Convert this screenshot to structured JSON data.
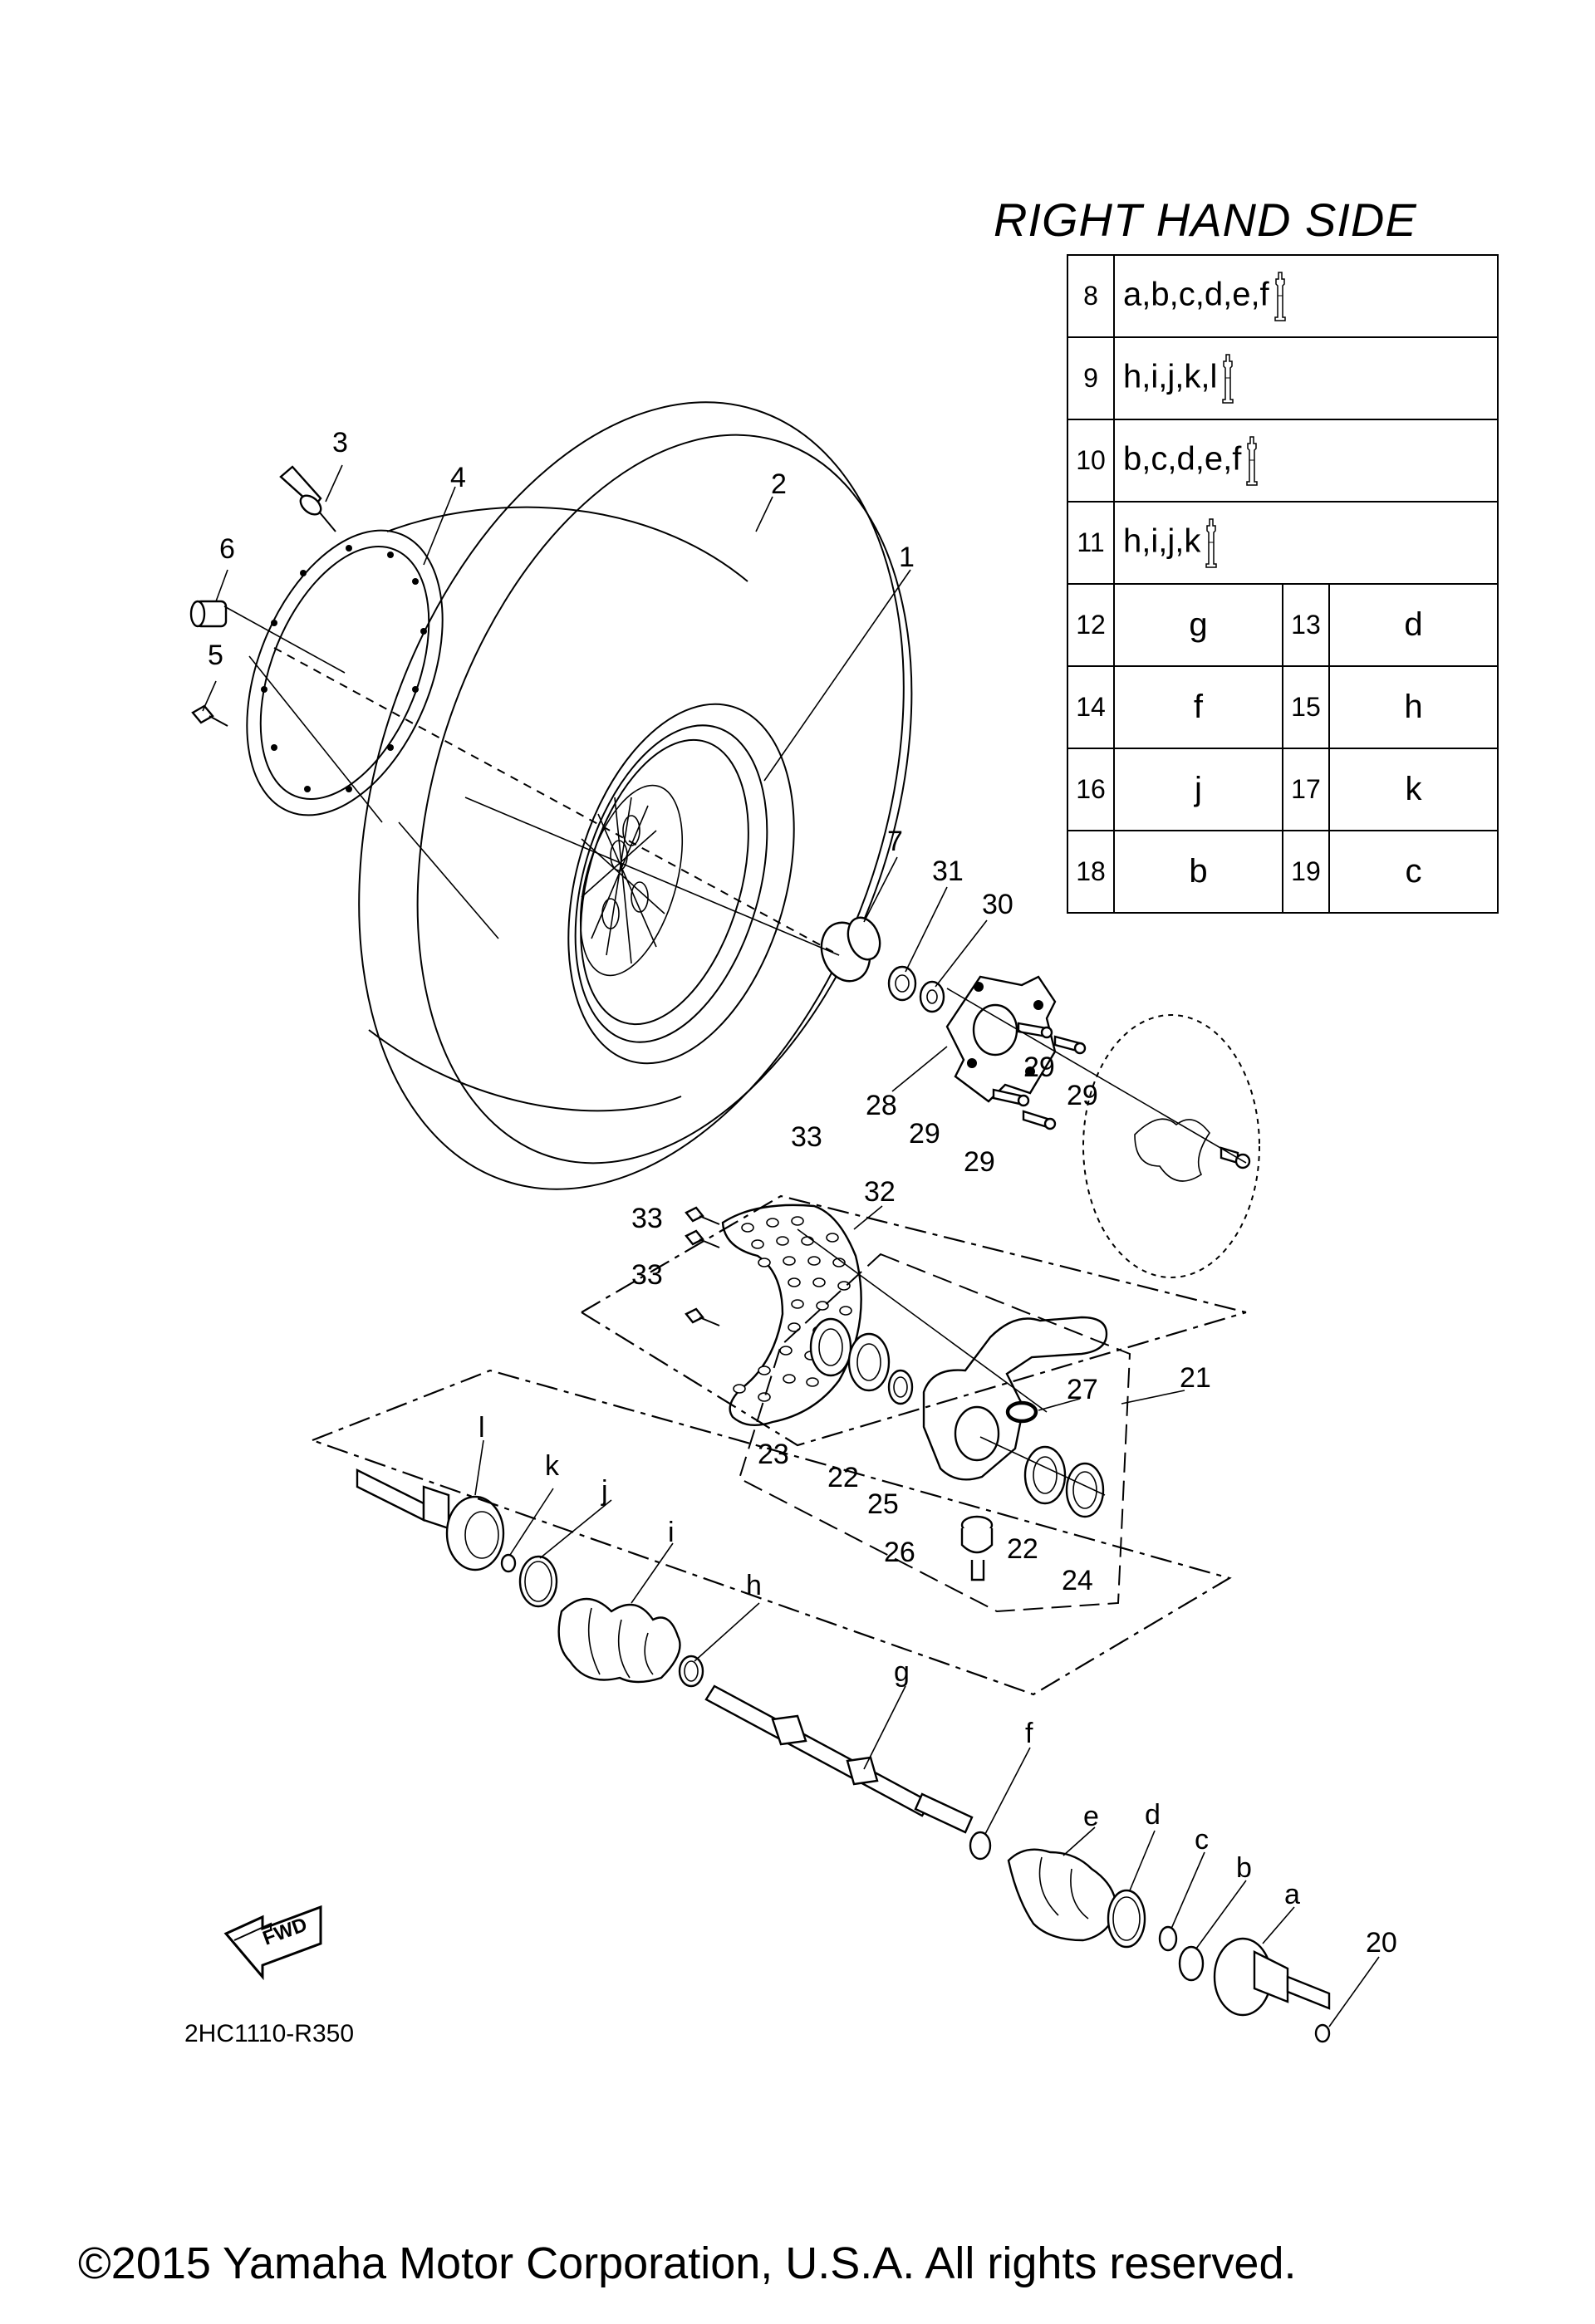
{
  "title": "RIGHT HAND SIDE",
  "kit_table": [
    {
      "no": "8",
      "parts": "a,b,c,d,e,f"
    },
    {
      "no": "9",
      "parts": "h,i,j,k,l"
    },
    {
      "no": "10",
      "parts": "b,c,d,e,f"
    },
    {
      "no": "11",
      "parts": "h,i,j,k"
    }
  ],
  "pair_table": [
    [
      {
        "no": "12",
        "val": "g"
      },
      {
        "no": "13",
        "val": "d"
      }
    ],
    [
      {
        "no": "14",
        "val": "f"
      },
      {
        "no": "15",
        "val": "h"
      }
    ],
    [
      {
        "no": "16",
        "val": "j"
      },
      {
        "no": "17",
        "val": "k"
      }
    ],
    [
      {
        "no": "18",
        "val": "b"
      },
      {
        "no": "19",
        "val": "c"
      }
    ]
  ],
  "callouts": {
    "c1": "1",
    "c2": "2",
    "c3": "3",
    "c4": "4",
    "c5": "5",
    "c6": "6",
    "c7": "7",
    "c20": "20",
    "c21": "21",
    "c22a": "22",
    "c22b": "22",
    "c23": "23",
    "c24": "24",
    "c25": "25",
    "c26": "26",
    "c27": "27",
    "c28": "28",
    "c29a": "29",
    "c29b": "29",
    "c29c": "29",
    "c29d": "29",
    "c30": "30",
    "c31": "31",
    "c32": "32",
    "c33a": "33",
    "c33b": "33",
    "c33c": "33",
    "ca": "a",
    "cb": "b",
    "cc": "c",
    "cd": "d",
    "ce": "e",
    "cf": "f",
    "cg": "g",
    "ch": "h",
    "ci": "i",
    "cj": "j",
    "ck": "k",
    "cl": "l"
  },
  "fwd_label": "FWD",
  "drawing_code": "2HC1110-R350",
  "copyright": "©2015 Yamaha Motor Corporation, U.S.A. All rights reserved."
}
